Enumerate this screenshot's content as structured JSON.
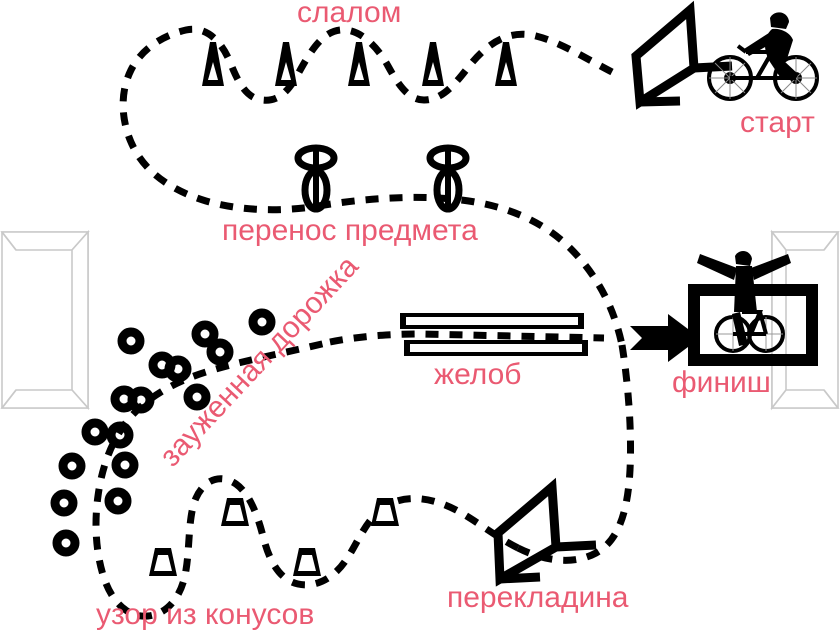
{
  "diagram": {
    "title_visible": false,
    "colors": {
      "label": "#ea5a72",
      "path": "#000000",
      "obstacle": "#000000",
      "wall": "#cccccc",
      "background": "#ffffff"
    },
    "labels": {
      "slalom": "слалом",
      "carry_object": "перенос предмета",
      "gutter": "желоб",
      "start": "старт",
      "finish": "финиш",
      "crossbar": "перекладина",
      "cone_pattern": "узор из конусов",
      "narrow_path": "зауженная дорожка"
    },
    "stations": [
      {
        "id": "start",
        "label": "старт",
        "icon": "cyclist-on-bike-icon",
        "obstacle": "ramp-plank-icon",
        "count": 1
      },
      {
        "id": "slalom",
        "label": "слалом",
        "icon": "slalom-cone-icon",
        "obstacle": "tall-cone",
        "count": 5
      },
      {
        "id": "carry",
        "label": "перенос предмета",
        "icon": "ring-stand-icon",
        "obstacle": "ring-on-post",
        "count": 2
      },
      {
        "id": "narrow",
        "label": "зауженная дорожка",
        "icon": "circle-marker-icon",
        "obstacle": "ball-row",
        "count": 18
      },
      {
        "id": "cones",
        "label": "узор из конусов",
        "icon": "trapezoid-cone-icon",
        "obstacle": "trapezoid-cone",
        "count": 4
      },
      {
        "id": "crossbar",
        "label": "перекладина",
        "icon": "crossbar-frame-icon",
        "obstacle": "tilted-frame",
        "count": 1
      },
      {
        "id": "gutter",
        "label": "желоб",
        "icon": "gutter-rails-icon",
        "obstacle": "parallel-rails",
        "count": 1
      },
      {
        "id": "finish",
        "label": "финиш",
        "icon": "cyclist-arms-up-icon",
        "obstacle": "finish-gate-arrow",
        "count": 1
      }
    ]
  }
}
